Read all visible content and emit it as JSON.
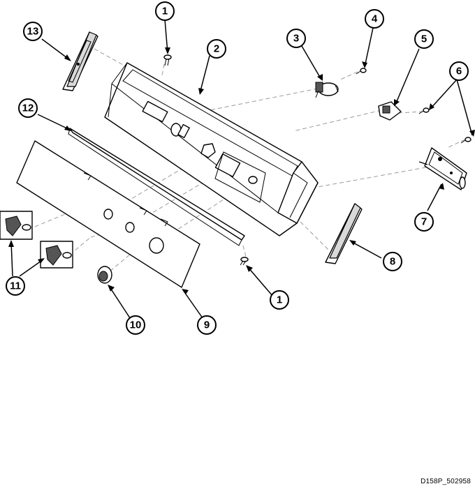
{
  "callouts": [
    {
      "id": "c1a",
      "label": "1"
    },
    {
      "id": "c2",
      "label": "2"
    },
    {
      "id": "c3",
      "label": "3"
    },
    {
      "id": "c4",
      "label": "4"
    },
    {
      "id": "c5",
      "label": "5"
    },
    {
      "id": "c6",
      "label": "6"
    },
    {
      "id": "c7",
      "label": "7"
    },
    {
      "id": "c8",
      "label": "8"
    },
    {
      "id": "c1b",
      "label": "1"
    },
    {
      "id": "c9",
      "label": "9"
    },
    {
      "id": "c10",
      "label": "10"
    },
    {
      "id": "c11",
      "label": "11"
    },
    {
      "id": "c12",
      "label": "12"
    },
    {
      "id": "c13",
      "label": "13"
    }
  ],
  "drawing_code": "D158P_502958"
}
